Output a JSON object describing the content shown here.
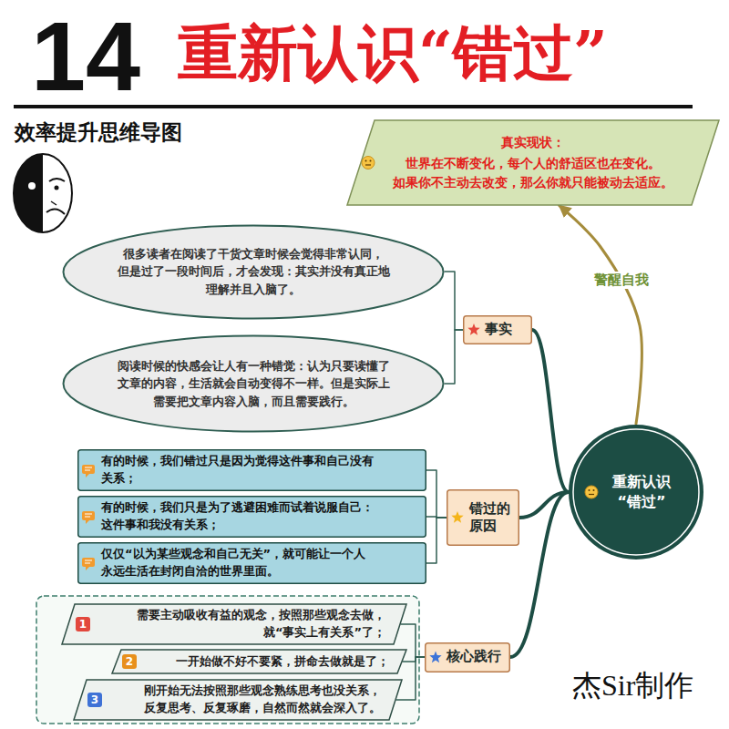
{
  "diagram": {
    "title": "重新认识“错过”",
    "nodes": [
      {
        "text": [
          "重新认识 “错过”"
        ]
      },
      {
        "text": [
          "真实现状：",
          "世界在不断变化，每个人的舒适区也在变化。 如果你不主动去改变，那么你就只能被动去适应。"
        ]
      },
      {
        "text": [
          "事实"
        ]
      },
      {
        "text": [
          "很多读者在阅读了干货文章时候会觉得非常认同， 但是过了一段时间后，才会发现：其实并没有真正地 理解并且入脑了。"
        ]
      },
      {
        "text": [
          "阅读时候的快感会让人有一种错觉：认为只要读懂了 文章的内容，生活就会自动变得不一样。但是实际上 需要把文章内容入脑，而且需要践行。"
        ]
      },
      {
        "text": [
          "错过的 原因"
        ]
      },
      {
        "text": [
          "有的时候，我们错过只是因为觉得这件事和自己没有 关系；"
        ]
      },
      {
        "text": [
          "有的时候，我们只是为了逃避困难而试着说服自己： 这件事和我没有关系；"
        ]
      },
      {
        "text": [
          "仅仅“以为某些观念和自己无关”，就可能让一个人 永远生活在封闭自洽的世界里面。"
        ]
      },
      {
        "text": [
          "核心践行"
        ]
      },
      {
        "text": [
          "需要主动吸收有益的观念，按照那些观念去做， 就“事实上有关系”了；"
        ]
      },
      {
        "text": [
          "一开始做不好不要紧，拼命去做就是了；"
        ]
      },
      {
        "text": [
          "刚开始无法按照那些观念熟练思考也没关系， 反复思考、反复琢磨，自然而然就会深入了。"
        ]
      }
    ],
    "edges": [
      {
        "from": 0,
        "to": 1,
        "arrow": "to",
        "label": "警醒自我"
      },
      {
        "from": 0,
        "to": 2,
        "arrow": "none"
      },
      {
        "from": 0,
        "to": 5,
        "arrow": "none"
      },
      {
        "from": 0,
        "to": 9,
        "arrow": "none"
      },
      {
        "from": 2,
        "to": 3,
        "arrow": "none"
      },
      {
        "from": 2,
        "to": 4,
        "arrow": "none"
      },
      {
        "from": 5,
        "to": 6,
        "arrow": "none"
      },
      {
        "from": 5,
        "to": 7,
        "arrow": "none"
      },
      {
        "from": 5,
        "to": 8,
        "arrow": "none"
      },
      {
        "from": 9,
        "to": 10,
        "arrow": "none"
      },
      {
        "from": 9,
        "to": 11,
        "arrow": "none"
      },
      {
        "from": 9,
        "to": 12,
        "arrow": "none"
      }
    ],
    "labels": [
      "14",
      "效率提升思维导图",
      "1",
      "2",
      "3",
      "杰Sir制作"
    ]
  }
}
